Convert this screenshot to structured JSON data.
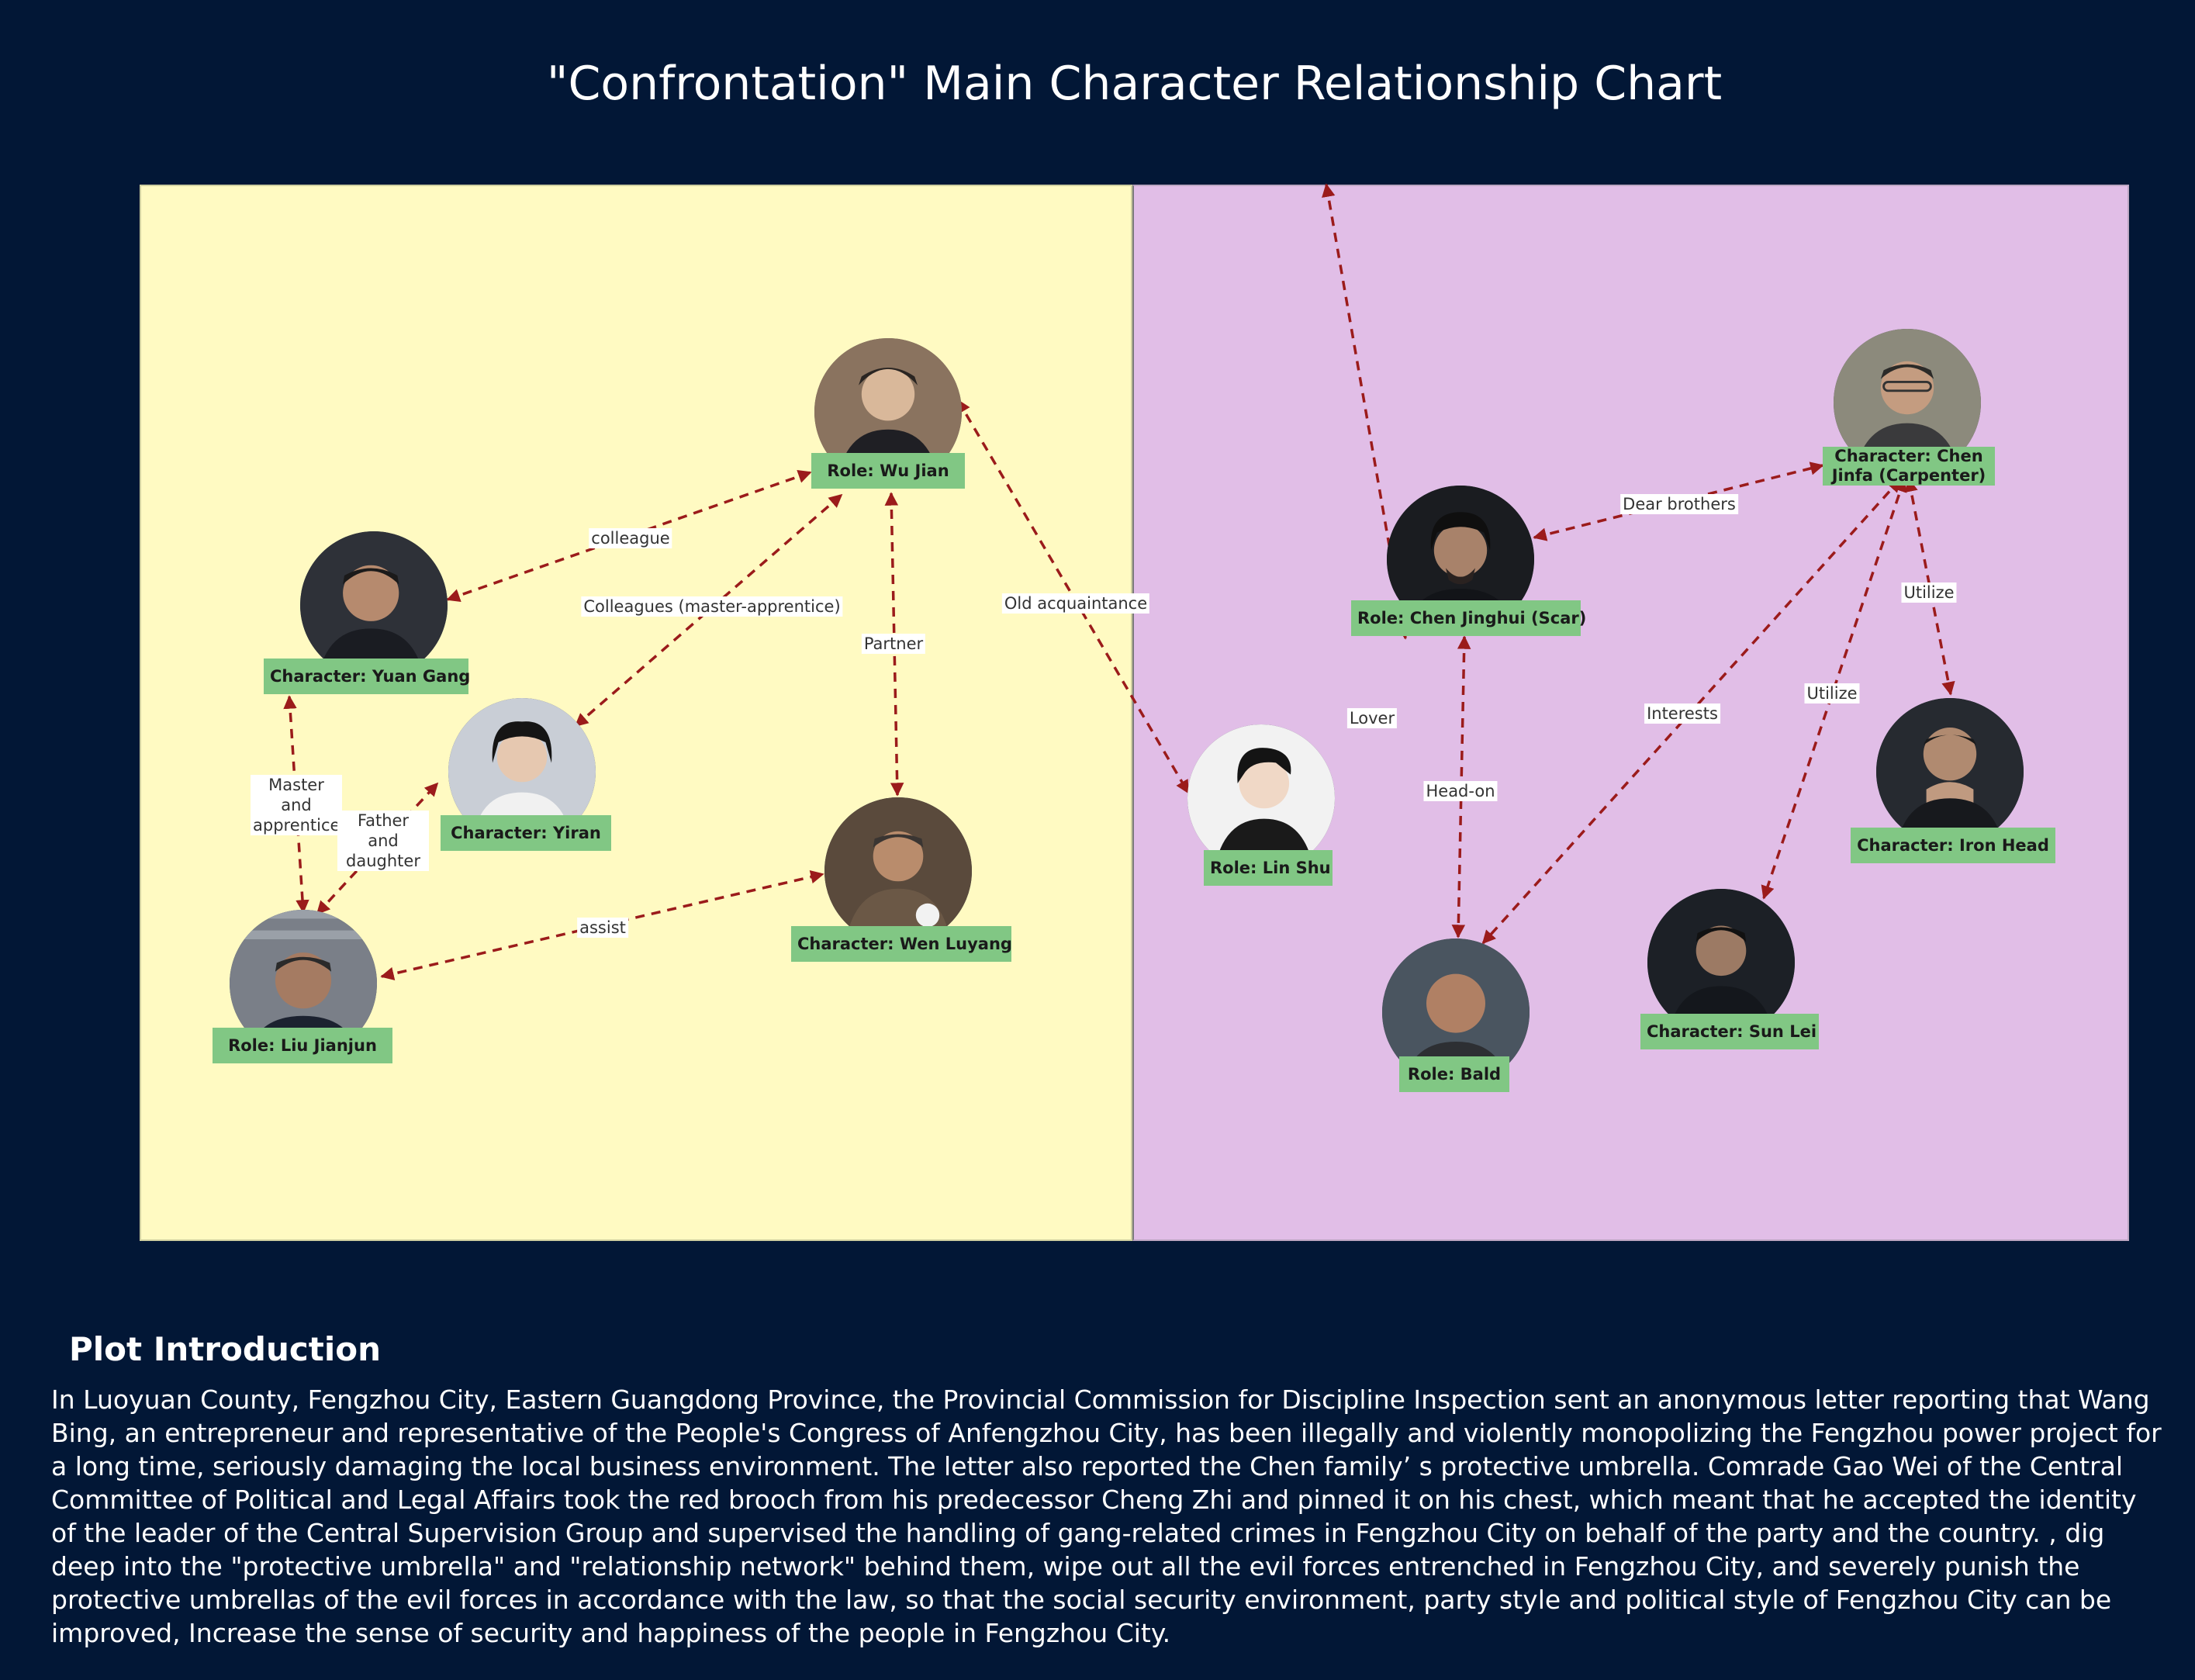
{
  "title": "\"Confrontation\" Main Character Relationship Chart",
  "colors": {
    "background": "#021736",
    "left_panel": "#FFFAC2",
    "right_panel": "#E1BEE7",
    "name_tag": "#81C784",
    "edge": "#9B1B1B"
  },
  "nodes": {
    "wu_jian": {
      "label": "Role: Wu Jian"
    },
    "yuan_gang": {
      "label": "Character: Yuan Gang"
    },
    "yiran": {
      "label": "Character: Yiran"
    },
    "liu_jianjun": {
      "label": "Role: Liu Jianjun"
    },
    "wen_luyang": {
      "label": "Character: Wen Luyang"
    },
    "lin_shu": {
      "label": "Role: Lin Shu"
    },
    "chen_jinghui": {
      "label": "Role: Chen Jinghui (Scar)"
    },
    "chen_jinfa": {
      "label": "Character: Chen Jinfa (Carpenter)"
    },
    "bald": {
      "label": "Role: Bald"
    },
    "sun_lei": {
      "label": "Character: Sun Lei"
    },
    "iron_head": {
      "label": "Character: Iron Head"
    }
  },
  "edges": [
    {
      "id": "e1",
      "label": "colleague"
    },
    {
      "id": "e2",
      "label": "Colleagues (master-apprentice)"
    },
    {
      "id": "e3",
      "label": "Partner"
    },
    {
      "id": "e4",
      "label": "Old acquaintance"
    },
    {
      "id": "e5",
      "label": "Master and apprentice"
    },
    {
      "id": "e6",
      "label": "Father and daughter"
    },
    {
      "id": "e7",
      "label": "assist"
    },
    {
      "id": "e8",
      "label": "Dear brothers"
    },
    {
      "id": "e9",
      "label": "Lover"
    },
    {
      "id": "e10",
      "label": "Head-on"
    },
    {
      "id": "e11",
      "label": "Interests"
    },
    {
      "id": "e12",
      "label": "Utilize"
    },
    {
      "id": "e13",
      "label": "Utilize"
    }
  ],
  "plot": {
    "heading": "Plot Introduction",
    "text": "In Luoyuan County, Fengzhou City, Eastern Guangdong Province, the Provincial Commission for Discipline Inspection sent an anonymous letter reporting that Wang Bing, an entrepreneur and representative of the People's Congress of Anfengzhou City, has been illegally and violently monopolizing the Fengzhou power project for a long time, seriously damaging the local business environment. The letter also reported the Chen family’ s protective umbrella. Comrade Gao Wei of the Central Committee of Political and Legal Affairs took the red brooch from his predecessor Cheng Zhi and pinned it on his chest, which meant that he accepted the identity of the leader of the Central Supervision Group and supervised the handling of gang-related crimes in Fengzhou City on behalf of the party and the country. , dig deep into the \"protective umbrella\" and \"relationship network\" behind them, wipe out all the evil forces entrenched in Fengzhou City, and severely punish the protective umbrellas of the evil forces in accordance with the law, so that the social security environment, party style and political style of Fengzhou City can be improved, Increase the sense of security and happiness of the people in Fengzhou City."
  }
}
